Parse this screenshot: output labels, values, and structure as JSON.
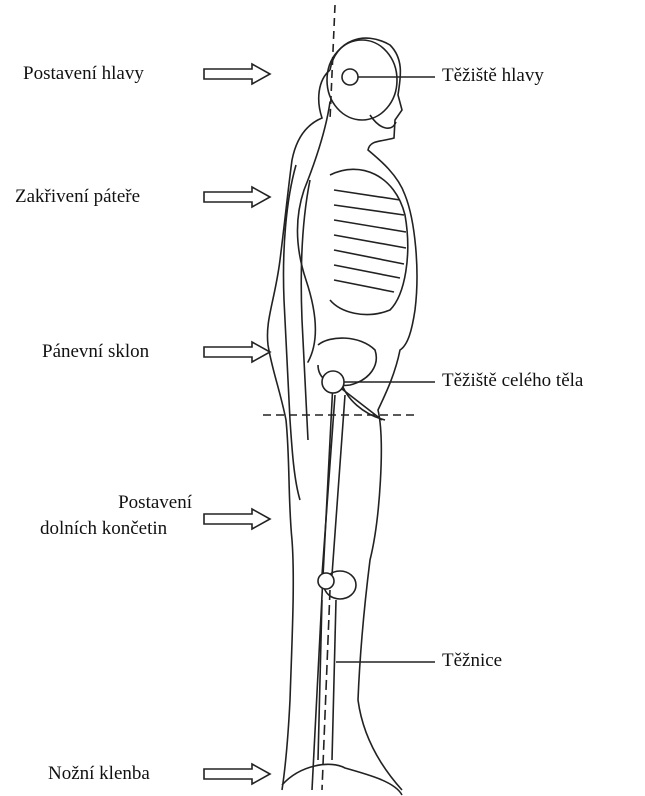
{
  "labels": {
    "head_position": "Postavení hlavy",
    "spine_curvature": "Zakřivení páteře",
    "pelvic_tilt": "Pánevní sklon",
    "lower_limbs_line1": "Postavení",
    "lower_limbs_line2": "dolních končetin",
    "foot_arch": "Nožní klenba",
    "head_cog": "Těžiště hlavy",
    "body_cog": "Těžiště celého těla",
    "plumb_line": "Těžnice"
  }
}
